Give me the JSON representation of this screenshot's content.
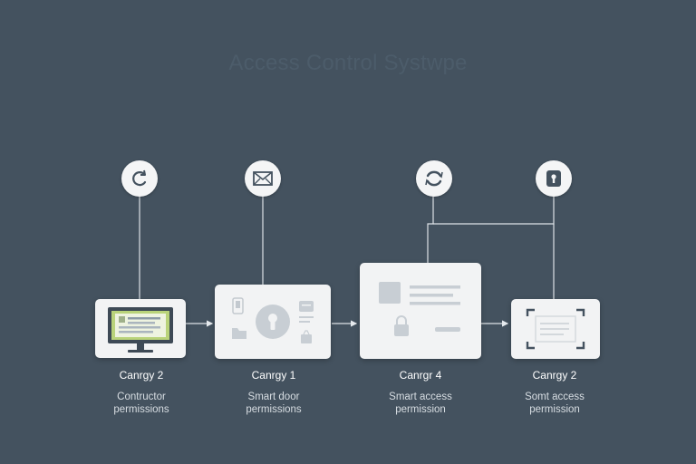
{
  "title": "Access Control Systwpe",
  "stages": [
    {
      "category": "Canrgy 2",
      "desc_line1": "Contructor",
      "desc_line2": "permissions",
      "icon": "refresh-icon"
    },
    {
      "category": "Canrgy 1",
      "desc_line1": "Smart door",
      "desc_line2": "permissions",
      "icon": "envelope-icon"
    },
    {
      "category": "Canrgr 4",
      "desc_line1": "Smart access",
      "desc_line2": "permission",
      "icon": "cycle-arrows-icon"
    },
    {
      "category": "Canrgy 2",
      "desc_line1": "Somt access",
      "desc_line2": "permission",
      "icon": "keyhole-lock-icon"
    }
  ],
  "colors": {
    "background": "#44525f",
    "card": "#f2f3f4",
    "accent_green": "#b9d37a",
    "icon_dark": "#44525f",
    "placeholder": "#c8ced4"
  }
}
